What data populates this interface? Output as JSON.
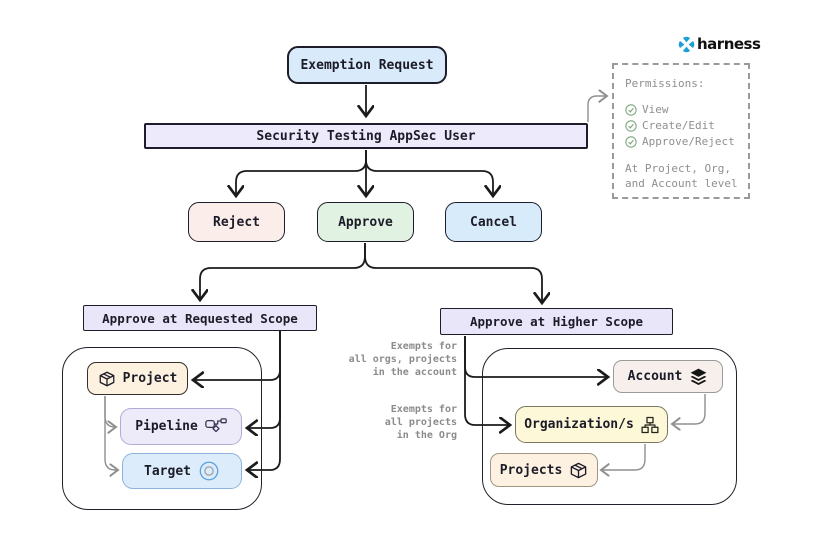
{
  "brand": {
    "name": "harness",
    "color": "#1b9fd8"
  },
  "nodes": {
    "exemption_request": "Exemption Request",
    "appsec_user": "Security Testing AppSec User",
    "reject": "Reject",
    "approve": "Approve",
    "cancel": "Cancel",
    "requested_scope": "Approve at Requested Scope",
    "higher_scope": "Approve at Higher Scope"
  },
  "requested_scope_group": {
    "project": "Project",
    "pipeline": "Pipeline",
    "target": "Target"
  },
  "higher_scope_group": {
    "account": "Account",
    "organizations": "Organization/s",
    "projects": "Projects"
  },
  "annotations": {
    "account_note": "Exempts for\nall orgs, projects\nin the account",
    "org_note": "Exempts for\nall projects\nin the Org"
  },
  "permissions": {
    "title": "Permissions:",
    "items": [
      "View",
      "Create/Edit",
      "Approve/Reject"
    ],
    "footer": "At Project, Org,\nand Account level"
  },
  "colors": {
    "node_blue": "#d9eafb",
    "node_lavender": "#edebfb",
    "node_pink": "#fbedea",
    "node_green": "#e2f2e2",
    "node_tan": "#fdf2e0",
    "node_yellow": "#fdf8d8",
    "node_offwhite": "#f7efec",
    "ink": "#1b1b1b",
    "arrow_gray": "#8f8f8f",
    "check_green": "#7fa87f"
  }
}
